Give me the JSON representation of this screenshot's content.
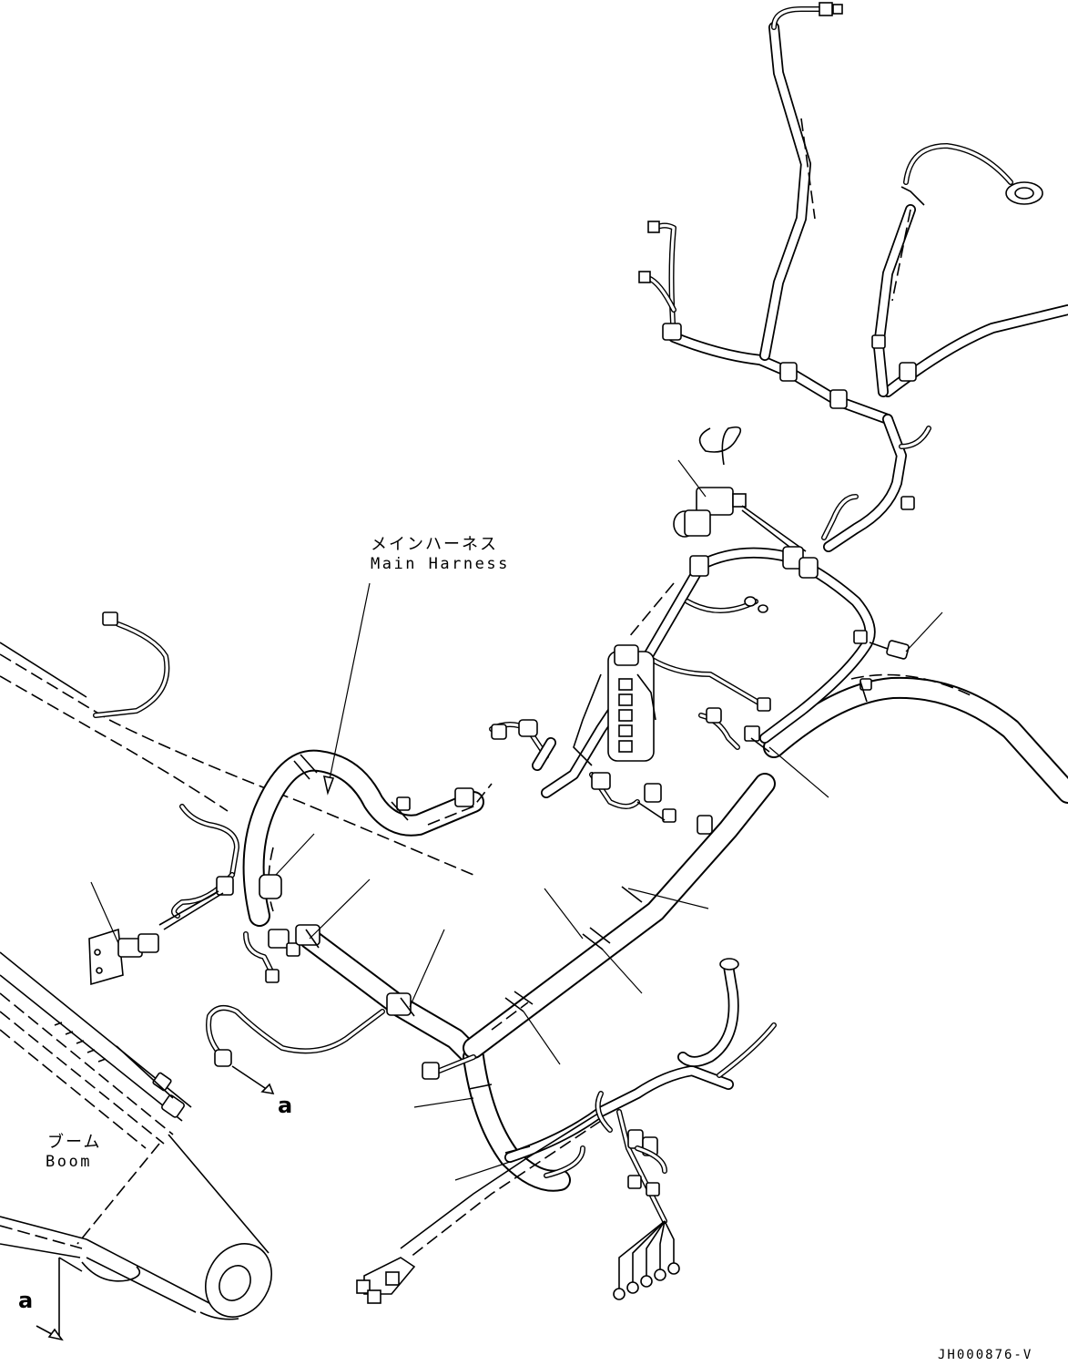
{
  "labels": {
    "main_harness_jp": "メインハーネス",
    "main_harness_en": "Main Harness",
    "boom_jp": "ブーム",
    "boom_en": "Boom",
    "view_marker_1": "a",
    "view_marker_2": "a",
    "drawing_code": "JH000876-V"
  },
  "style": {
    "line_color": "#000000",
    "background": "#ffffff"
  }
}
